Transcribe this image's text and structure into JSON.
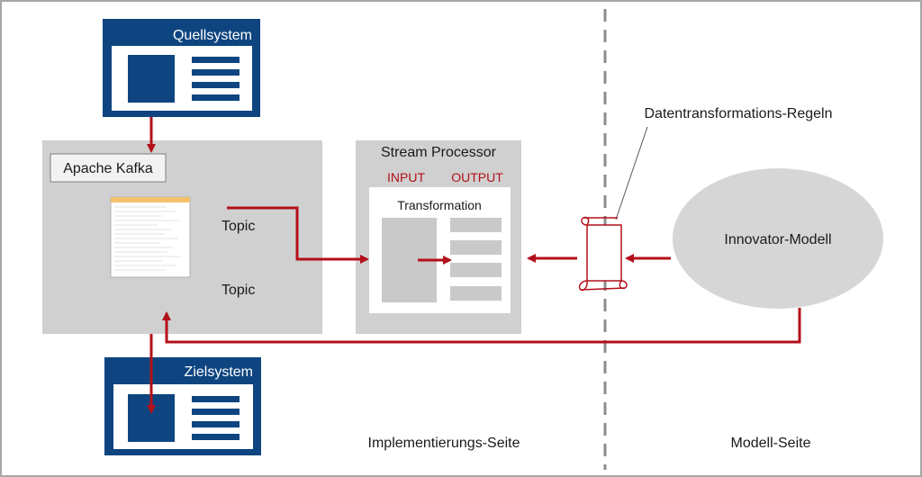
{
  "colors": {
    "navy": "#0e4580",
    "red": "#b3101a",
    "panel_gray": "#d0d0d0",
    "inner_gray": "#c9c9c9",
    "ellipse_gray": "#d6d6d6",
    "divider_gray": "#8c8c8c",
    "frame": "#a6a6a6",
    "text": "#1a1a1a"
  },
  "source_system": {
    "title": "Quellsystem",
    "icon": "window-icon"
  },
  "target_system": {
    "title": "Zielsystem",
    "icon": "window-icon"
  },
  "kafka": {
    "label": "Apache Kafka",
    "topic_1": "Topic",
    "topic_2": "Topic",
    "table_icon": "table-icon"
  },
  "stream_processor": {
    "title": "Stream Processor",
    "input_label": "INPUT",
    "output_label": "OUTPUT",
    "transformation_title": "Transformation"
  },
  "rules": {
    "label": "Datentransformations-Regeln",
    "icon": "scroll-icon"
  },
  "innovator": {
    "label": "Innovator-Modell"
  },
  "sides": {
    "implementation": "Implementierungs-Seite",
    "model": "Modell-Seite"
  }
}
